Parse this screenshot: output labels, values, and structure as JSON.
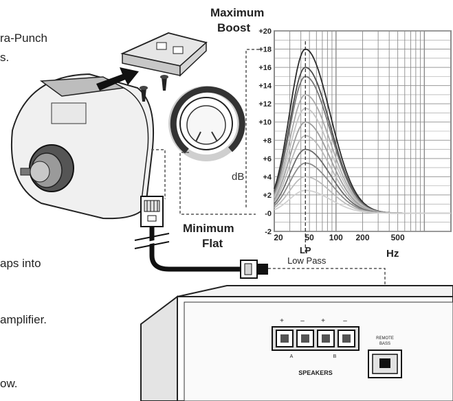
{
  "text_fragments": {
    "line1": "ra-Punch",
    "line2": "s.",
    "line3": "aps into",
    "line4": "amplifier.",
    "line5": "ow."
  },
  "knob": {
    "db_label": "dB",
    "min_label_1": "Minimum",
    "min_label_2": "Flat"
  },
  "chart_header": {
    "max_label_1": "Maximum",
    "max_label_2": "Boost"
  },
  "amp": {
    "remote_label_1": "REMOTE",
    "remote_label_2": "BASS",
    "speakers_label": "SPEAKERS",
    "terminal_signs": [
      "+",
      "–",
      "+",
      "–"
    ],
    "channel_a": "A",
    "channel_b": "B"
  },
  "chart_data": {
    "type": "line",
    "y_ticks": [
      "+20",
      "+18",
      "+16",
      "+14",
      "+12",
      "+10",
      "+8",
      "+6",
      "+4",
      "+2",
      "-0",
      "-2"
    ],
    "ylim": [
      -2,
      20
    ],
    "x_ticks": [
      {
        "label": "20",
        "hz": 20
      },
      {
        "label": "50",
        "hz": 50
      },
      {
        "label": "100",
        "hz": 100
      },
      {
        "label": "200",
        "hz": 200
      },
      {
        "label": "500",
        "hz": 500
      }
    ],
    "xlim": [
      20,
      2000
    ],
    "xlabel": "Hz",
    "lp_label_1": "LP",
    "lp_label_2": "Low Pass",
    "lp_freq": 45,
    "grid": true,
    "series_peaks": [
      18,
      16,
      15,
      13,
      11.5,
      10,
      8.5,
      7,
      5.5,
      4,
      2.5
    ]
  }
}
